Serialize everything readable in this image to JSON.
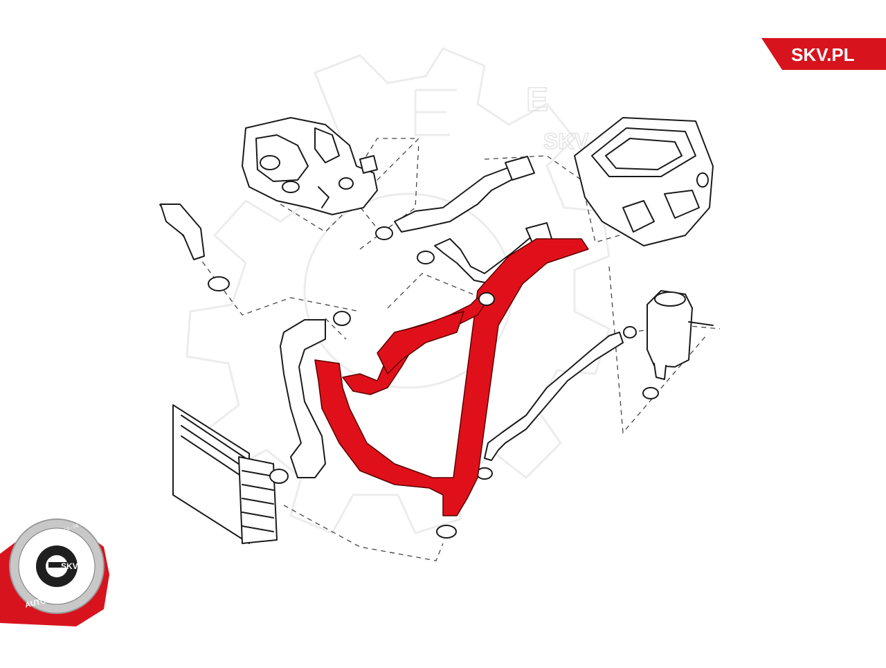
{
  "brand": {
    "site_label": "SKV.PL",
    "accent_color": "#d7141e"
  },
  "badge": {
    "ring_text_top": "AFTERMARKET PRICE · OE QUALITY",
    "ring_text_bottom": "AUTO PARTS",
    "center_text": "SKV"
  },
  "watermark": {
    "text": "SKV",
    "letter": "E"
  },
  "diagram": {
    "highlighted_part": "coolant-hose-y-pipe",
    "highlight_color": "#e0101a",
    "outline_color": "#1a1a1a"
  }
}
